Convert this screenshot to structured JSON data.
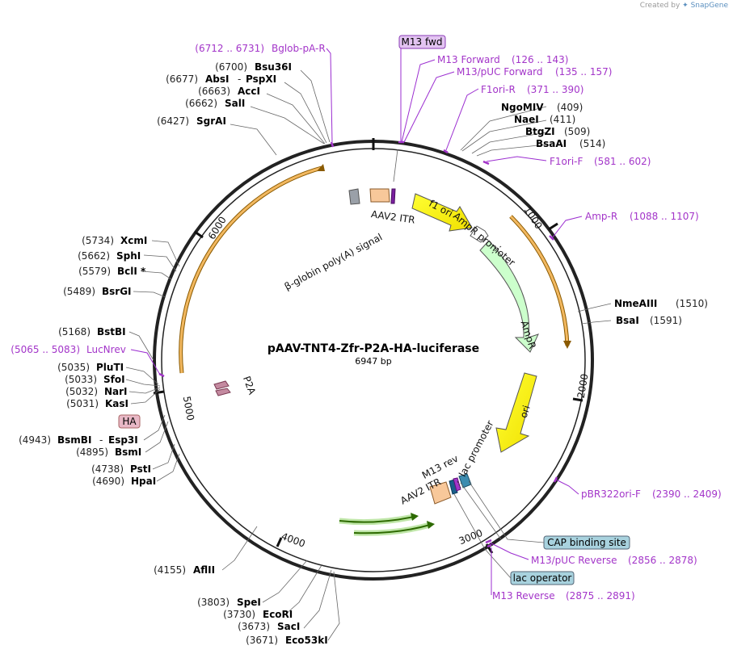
{
  "credit": {
    "prefix": "Created by",
    "brand": "SnapGene"
  },
  "plasmid": {
    "name": "pAAV-TNT4-Zfr-P2A-HA-luciferase",
    "length": "6947 bp"
  },
  "ticks": [
    "1000",
    "2000",
    "3000",
    "4000",
    "5000",
    "6000"
  ],
  "features": {
    "bglobin": "β-globin poly(A) signal",
    "aav2_itr_top": "AAV2 ITR",
    "f1_ori": "f1 ori",
    "ampr_promoter": "AmpR promoter",
    "ampr": "AmpR",
    "ori": "ori",
    "m13_rev": "M13 rev",
    "lac_promoter": "lac promoter",
    "aav2_itr_bottom": "AAV2 ITR",
    "p2a": "P2A"
  },
  "boxed": {
    "m13_fwd": "M13 fwd",
    "ha": "HA",
    "cap_binding_site": "CAP binding site",
    "lac_operator": "lac operator"
  },
  "colors": {
    "backbone": "#222222",
    "primer": "#a335c9",
    "f1_ori": "#ffff00",
    "ori": "#ffff00",
    "ampr": "#ccffcc",
    "itr": "#f8c89a",
    "polyA": "#9aa0a8",
    "p2a": "#c48aa0",
    "orf_arc": "#e8a33d",
    "green_arc": "#4e9a06"
  },
  "enzymes": [
    {
      "pos": "(6700)",
      "name": "Bsu36I"
    },
    {
      "pos": "(6677)",
      "name": "AbsI",
      "dash": "-",
      "name2": "PspXI"
    },
    {
      "pos": "(6663)",
      "name": "AccI"
    },
    {
      "pos": "(6662)",
      "name": "SalI"
    },
    {
      "pos": "(6427)",
      "name": "SgrAI"
    },
    {
      "pos": "(409)",
      "name": "NgoMIV"
    },
    {
      "pos": "(411)",
      "name": "NaeI"
    },
    {
      "pos": "(509)",
      "name": "BtgZI"
    },
    {
      "pos": "(514)",
      "name": "BsaAI"
    },
    {
      "pos": "(1510)",
      "name": "NmeAIII"
    },
    {
      "pos": "(1591)",
      "name": "BsaI"
    },
    {
      "pos": "(5734)",
      "name": "XcmI"
    },
    {
      "pos": "(5662)",
      "name": "SphI"
    },
    {
      "pos": "(5579)",
      "name": "BclI *"
    },
    {
      "pos": "(5489)",
      "name": "BsrGI"
    },
    {
      "pos": "(5168)",
      "name": "BstBI"
    },
    {
      "pos": "(5035)",
      "name": "PluTI"
    },
    {
      "pos": "(5033)",
      "name": "SfoI"
    },
    {
      "pos": "(5032)",
      "name": "NarI"
    },
    {
      "pos": "(5031)",
      "name": "KasI"
    },
    {
      "pos": "(4943)",
      "name": "BsmBI",
      "dash": "-",
      "name2": "Esp3I"
    },
    {
      "pos": "(4895)",
      "name": "BsmI"
    },
    {
      "pos": "(4738)",
      "name": "PstI"
    },
    {
      "pos": "(4690)",
      "name": "HpaI"
    },
    {
      "pos": "(4155)",
      "name": "AflII"
    },
    {
      "pos": "(3803)",
      "name": "SpeI"
    },
    {
      "pos": "(3730)",
      "name": "EcoRI"
    },
    {
      "pos": "(3673)",
      "name": "SacI"
    },
    {
      "pos": "(3671)",
      "name": "Eco53kI"
    }
  ],
  "primers": [
    {
      "range": "(6712 .. 6731)",
      "name": "Bglob-pA-R"
    },
    {
      "name": "M13 Forward",
      "range": "(126 .. 143)"
    },
    {
      "name": "M13/pUC Forward",
      "range": "(135 .. 157)"
    },
    {
      "name": "F1ori-R",
      "range": "(371 .. 390)"
    },
    {
      "name": "F1ori-F",
      "range": "(581 .. 602)"
    },
    {
      "name": "Amp-R",
      "range": "(1088 .. 1107)"
    },
    {
      "name": "pBR322ori-F",
      "range": "(2390 .. 2409)"
    },
    {
      "name": "M13/pUC Reverse",
      "range": "(2856 .. 2878)"
    },
    {
      "name": "M13 Reverse",
      "range": "(2875 .. 2891)"
    },
    {
      "range": "(5065 .. 5083)",
      "name": "LucNrev"
    }
  ]
}
